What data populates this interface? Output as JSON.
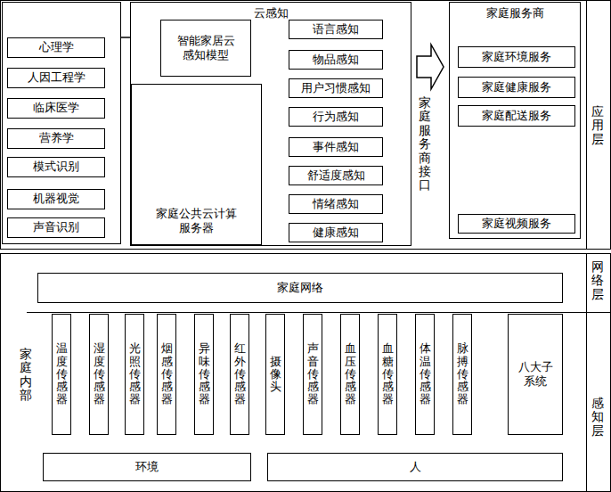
{
  "diagram": {
    "nodes": [
      {
        "text": []
      },
      {
        "text": [
          "心理学"
        ],
        "in": 0
      },
      {
        "text": [
          "人因工程学"
        ],
        "in": 0
      },
      {
        "text": [
          "临床医学"
        ],
        "in": 0
      },
      {
        "text": [
          "营养学"
        ],
        "in": 0
      },
      {
        "text": [
          "模式识别"
        ],
        "in": 0
      },
      {
        "text": [
          "机器视觉"
        ],
        "in": 0
      },
      {
        "text": [
          "声音识别"
        ],
        "in": 0
      },
      {
        "text": [
          "云感知"
        ]
      },
      {
        "text": [
          "智能家居云感知模型"
        ],
        "in": 8
      },
      {
        "text": [
          "家庭公共云计算服务器"
        ],
        "in": 8
      },
      {
        "text": [
          "语言感知"
        ],
        "in": 8
      },
      {
        "text": [
          "物品感知"
        ],
        "in": 8
      },
      {
        "text": [
          "用户习惯感知"
        ],
        "in": 8
      },
      {
        "text": [
          "行为感知"
        ],
        "in": 8
      },
      {
        "text": [
          "事件感知"
        ],
        "in": 8
      },
      {
        "text": [
          "舒适度感知"
        ],
        "in": 8
      },
      {
        "text": [
          "情绪感知"
        ],
        "in": 8
      },
      {
        "text": [
          "健康感知"
        ],
        "in": 8
      },
      {
        "text": [
          "家庭服务商"
        ]
      },
      {
        "text": [
          "家庭环境服务"
        ],
        "in": 19
      },
      {
        "text": [
          "家庭健康服务"
        ],
        "in": 19
      },
      {
        "text": [
          "家庭配送服务"
        ],
        "in": 19
      },
      {
        "text": [
          "家庭视频服务"
        ],
        "in": 19
      },
      {
        "text": [
          "家庭网络"
        ]
      },
      {
        "text": [
          "温度传感器"
        ]
      },
      {
        "text": [
          "湿度传感器"
        ]
      },
      {
        "text": [
          "光照传感器"
        ]
      },
      {
        "text": [
          "烟感传感器"
        ]
      },
      {
        "text": [
          "异味传感器"
        ]
      },
      {
        "text": [
          "红外传感器"
        ]
      },
      {
        "text": [
          "摄像头"
        ]
      },
      {
        "text": [
          "声音传感器"
        ]
      },
      {
        "text": [
          "血压传感器"
        ]
      },
      {
        "text": [
          "血糖传感器"
        ]
      },
      {
        "text": [
          "体温传感器"
        ]
      },
      {
        "text": [
          "脉搏传感器"
        ]
      },
      {
        "text": [
          "八大子系统"
        ]
      },
      {
        "text": [
          "环境"
        ]
      },
      {
        "text": [
          "人"
        ]
      }
    ],
    "edges": [
      {
        "from": 0,
        "to": 9,
        "arrow": "to"
      },
      {
        "from": 8,
        "to": 19,
        "arrow": "to"
      }
    ],
    "labels": [
      "家庭服务商接口",
      "应用层",
      "网络层",
      "感知层",
      "家庭内部"
    ]
  }
}
